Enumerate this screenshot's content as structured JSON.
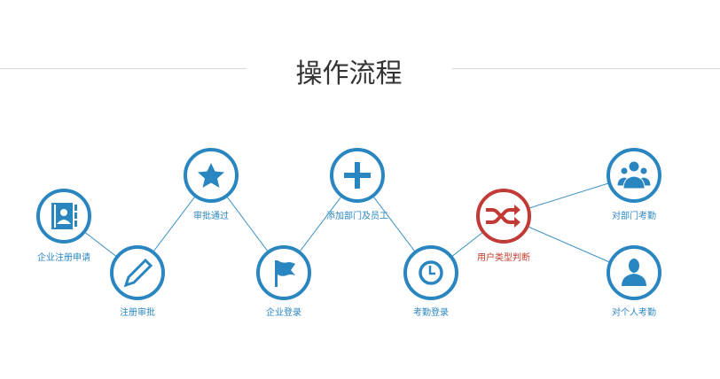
{
  "title": "操作流程",
  "colors": {
    "primary": "#2a86c0",
    "highlight": "#c23a36"
  },
  "steps": [
    {
      "label": "企业注册申请",
      "icon": "contact-book-icon"
    },
    {
      "label": "注册审批",
      "icon": "pencil-icon"
    },
    {
      "label": "审批通过",
      "icon": "star-icon"
    },
    {
      "label": "企业登录",
      "icon": "flag-icon"
    },
    {
      "label": "添加部门及员工",
      "icon": "plus-icon"
    },
    {
      "label": "考勤登录",
      "icon": "clock-icon"
    },
    {
      "label": "用户类型判断",
      "icon": "shuffle-icon"
    },
    {
      "label": "对部门考勤",
      "icon": "group-icon"
    },
    {
      "label": "对个人考勤",
      "icon": "user-icon"
    }
  ]
}
